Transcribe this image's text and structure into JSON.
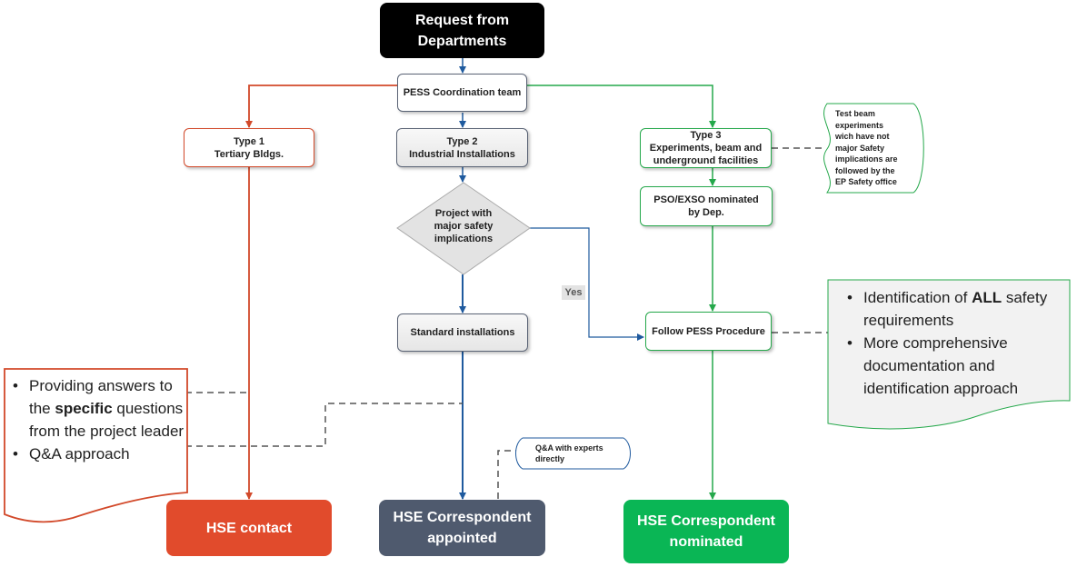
{
  "nodes": {
    "request": "Request from\nDepartments",
    "coordination": "PESS Coordination team",
    "type1": "Type 1\nTertiary Bldgs.",
    "type2": "Type 2\nIndustrial Installations",
    "type3": "Type 3\nExperiments, beam and\nunderground facilities",
    "decision": "Project with\nmajor safety\nimplications",
    "standard": "Standard installations",
    "pso": "PSO/EXSO nominated\nby Dep.",
    "follow": "Follow PESS Procedure",
    "hse_contact": "HSE contact",
    "hse_appointed": "HSE Correspondent\nappointed",
    "hse_nominated": "HSE Correspondent\nnominated"
  },
  "yes_label": "Yes",
  "notes": {
    "testbeam": "Test beam\nexperiments\nwich have not\nmajor Safety\nimplications are\nfollowed by the\nEP Safety office",
    "qa_experts": "Q&A with experts\ndirectly",
    "left": [
      {
        "pre": "Providing answers to the ",
        "bold": "specific",
        "post": " questions from the project leader"
      },
      {
        "pre": "Q&A approach",
        "bold": "",
        "post": ""
      }
    ],
    "right": [
      {
        "pre": "Identification of ",
        "bold": "ALL",
        "post": " safety requirements"
      },
      {
        "pre": "More comprehensive documentation and identification approach",
        "bold": "",
        "post": ""
      }
    ]
  },
  "colors": {
    "black": "#000000",
    "red": "#e14b2c",
    "slate": "#4f5a6e",
    "green": "#0ab655",
    "blue_line": "#1f5a9e",
    "red_line": "#d2492a",
    "green_line": "#25a84b"
  }
}
